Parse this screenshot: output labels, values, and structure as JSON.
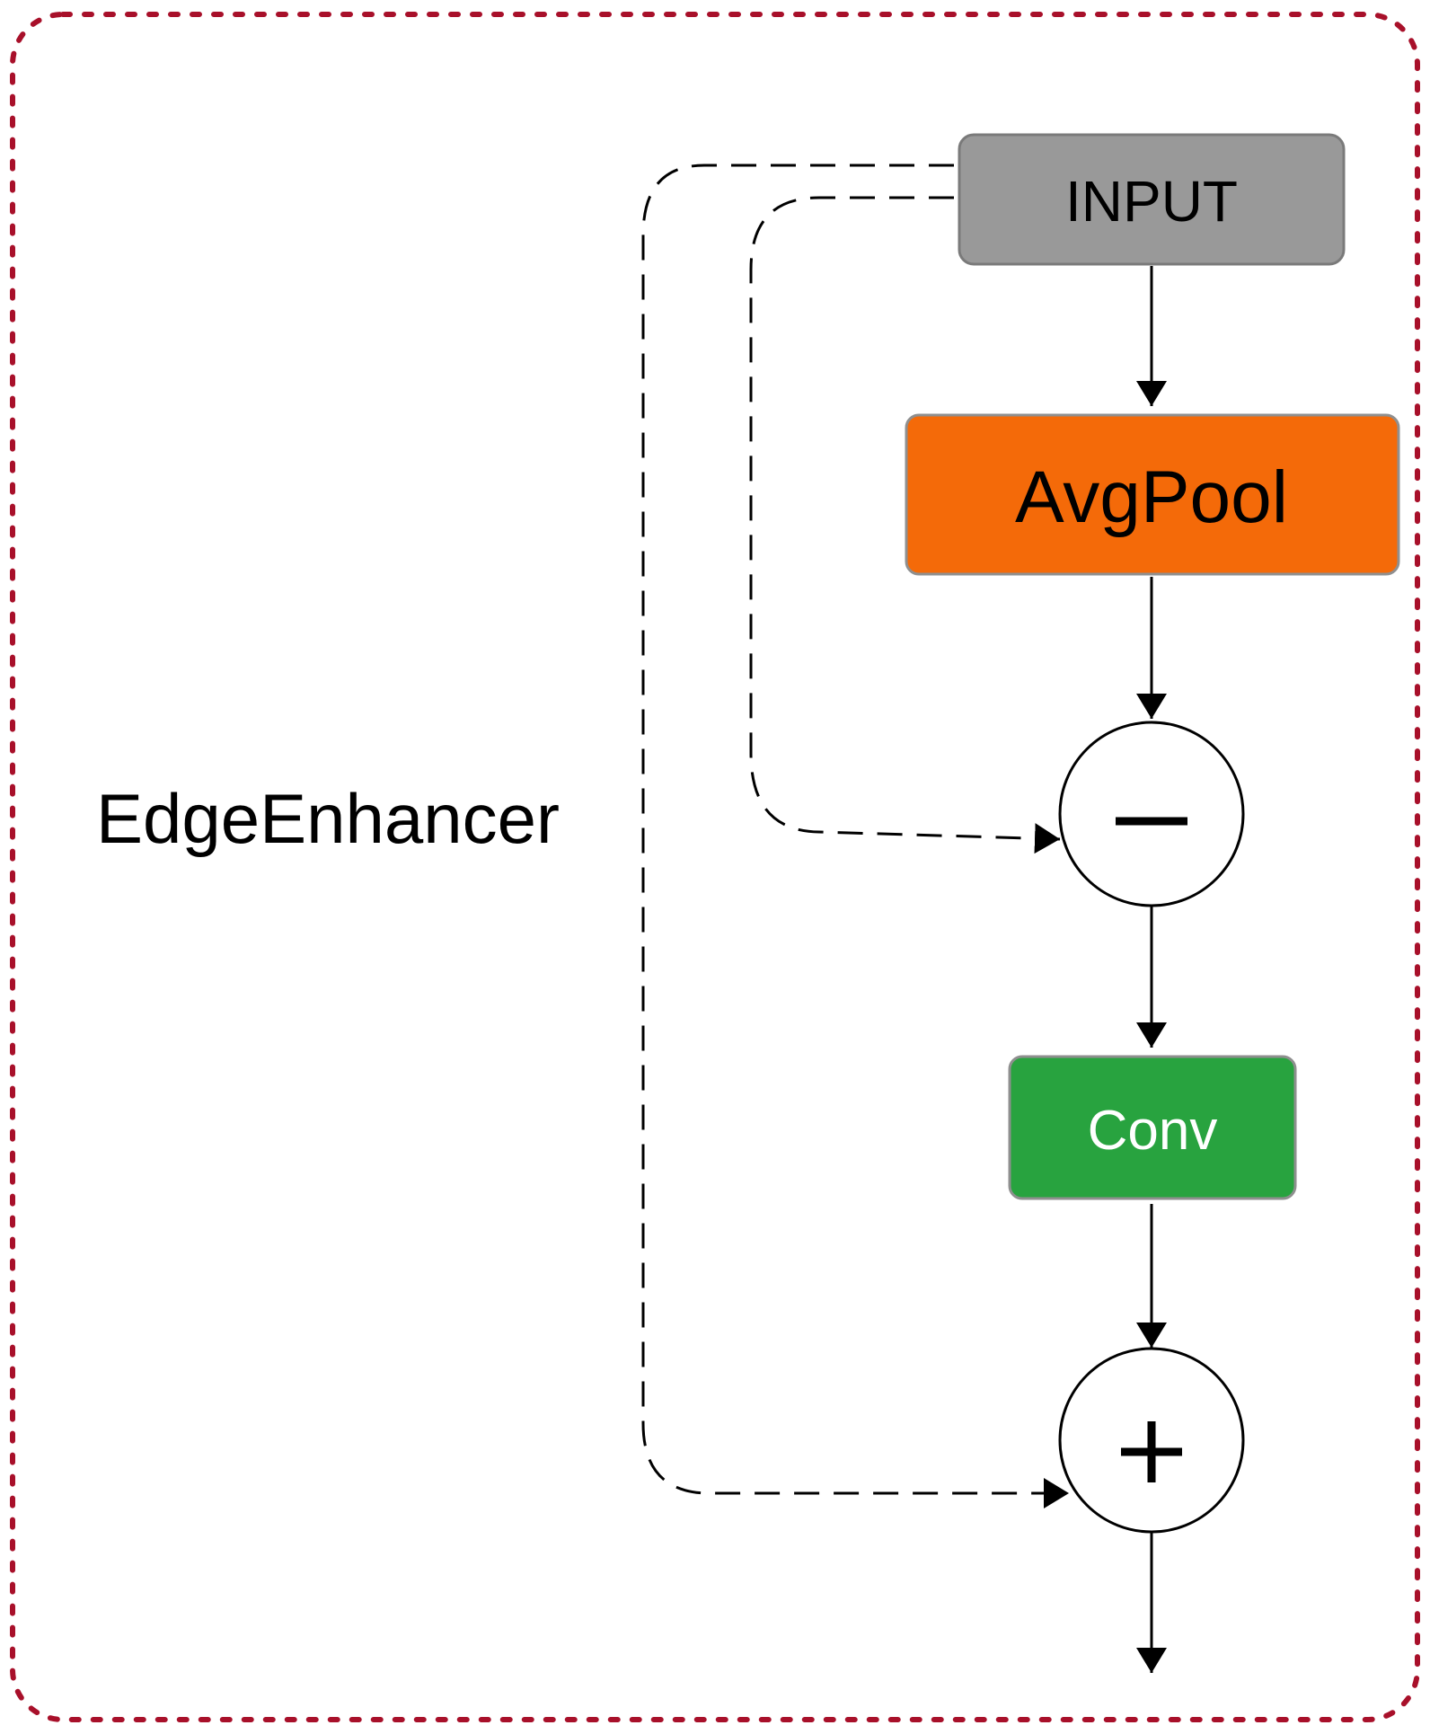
{
  "module": {
    "label": "EdgeEnhancer",
    "border_color": "#a8102a"
  },
  "nodes": {
    "input": {
      "label": "INPUT",
      "fill": "#999999",
      "stroke": "#7a7a7a"
    },
    "avgpool": {
      "label": "AvgPool",
      "fill": "#f46a09",
      "stroke": "#8f8f8f"
    },
    "subtract": {
      "symbol": "minus",
      "fill": "#ffffff",
      "stroke": "#000000"
    },
    "conv": {
      "label": "Conv",
      "fill": "#28a33f",
      "stroke": "#8f8f8f",
      "text_color": "#ffffff"
    },
    "add": {
      "symbol": "plus",
      "fill": "#ffffff",
      "stroke": "#000000"
    }
  },
  "edges": [
    {
      "from": "input",
      "to": "avgpool",
      "style": "solid"
    },
    {
      "from": "avgpool",
      "to": "subtract",
      "style": "solid"
    },
    {
      "from": "input",
      "to": "subtract",
      "style": "dashed"
    },
    {
      "from": "subtract",
      "to": "conv",
      "style": "solid"
    },
    {
      "from": "conv",
      "to": "add",
      "style": "solid"
    },
    {
      "from": "input",
      "to": "add",
      "style": "dashed"
    },
    {
      "from": "add",
      "to": "output",
      "style": "solid"
    }
  ]
}
